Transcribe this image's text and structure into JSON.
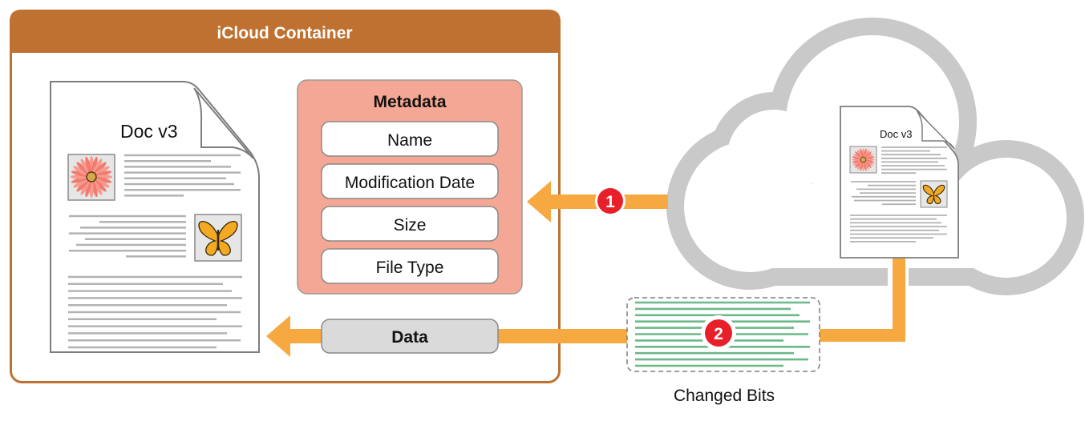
{
  "container": {
    "title": "iCloud Container",
    "color": "#BE7130"
  },
  "local_doc": {
    "title": "Doc v3",
    "images": [
      "flower-image",
      "butterfly-image"
    ]
  },
  "metadata": {
    "title": "Metadata",
    "fields": [
      "Name",
      "Modification Date",
      "Size",
      "File Type"
    ],
    "color": "#F4A794"
  },
  "data_pill": {
    "label": "Data"
  },
  "cloud_doc": {
    "title": "Doc v3"
  },
  "steps": [
    {
      "number": "1"
    },
    {
      "number": "2"
    }
  ],
  "changed_bits": {
    "label": "Changed Bits",
    "line_color": "#6CB88A"
  },
  "colors": {
    "arrow": "#F7A941",
    "badge": "#E8202A",
    "cloud": "#C9C9C9"
  }
}
